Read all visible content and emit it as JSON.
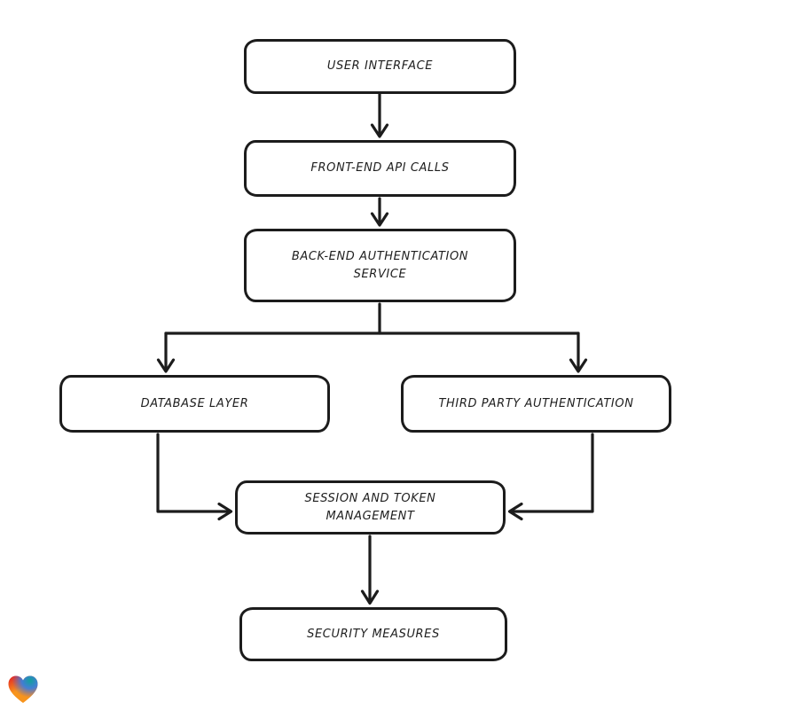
{
  "diagram": {
    "type": "flowchart",
    "background": "#ffffff",
    "style": {
      "stroke_color": "#1c1c1c",
      "node_fill": "#ffffff",
      "text_color": "#1e1e1e"
    },
    "nodes": [
      {
        "id": "user-interface",
        "label": "USER INTERFACE"
      },
      {
        "id": "front-end-api-calls",
        "label": "FRONT-END API CALLS"
      },
      {
        "id": "back-end-authentication-service",
        "label": "BACK-END AUTHENTICATION SERVICE"
      },
      {
        "id": "database-layer",
        "label": "DATABASE LAYER"
      },
      {
        "id": "third-party-authentication",
        "label": "THIRD PARTY AUTHENTICATION"
      },
      {
        "id": "session-and-token-management",
        "label": "SESSION AND TOKEN MANAGEMENT"
      },
      {
        "id": "security-measures",
        "label": "SECURITY MEASURES"
      }
    ],
    "edges": [
      {
        "from": "user-interface",
        "to": "front-end-api-calls",
        "direction": "down"
      },
      {
        "from": "front-end-api-calls",
        "to": "back-end-authentication-service",
        "direction": "down"
      },
      {
        "from": "back-end-authentication-service",
        "to": "database-layer",
        "direction": "branch-left-down"
      },
      {
        "from": "back-end-authentication-service",
        "to": "third-party-authentication",
        "direction": "branch-right-down"
      },
      {
        "from": "database-layer",
        "to": "session-and-token-management",
        "direction": "down-then-right"
      },
      {
        "from": "third-party-authentication",
        "to": "session-and-token-management",
        "direction": "down-then-left"
      },
      {
        "from": "session-and-token-management",
        "to": "security-measures",
        "direction": "down"
      }
    ]
  },
  "footer": {
    "logo_icon": "heart-icon",
    "logo_colors": {
      "red": "#e31b23",
      "orange": "#f7941d",
      "teal": "#12a19a",
      "blue": "#3b5bf0"
    }
  }
}
